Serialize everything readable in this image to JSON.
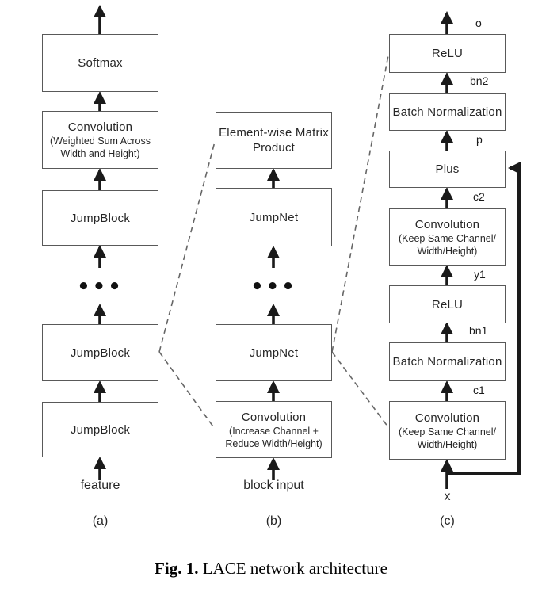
{
  "figure": {
    "caption": {
      "label": "Fig. 1.",
      "text": "LACE network architecture"
    }
  },
  "diagram": {
    "columns": {
      "a": {
        "caption": "(a)",
        "input_label": "feature",
        "dots": "•••",
        "boxes": {
          "softmax": "Softmax",
          "conv_title": "Convolution",
          "conv_sub1": "(Weighted Sum Across",
          "conv_sub2": "Width and Height)",
          "jumpblock_top": "JumpBlock",
          "jumpblock_mid": "JumpBlock",
          "jumpblock_bottom": "JumpBlock"
        }
      },
      "b": {
        "caption": "(b)",
        "input_label": "block input",
        "dots": "•••",
        "boxes": {
          "ewmp_line1": "Element-wise Matrix",
          "ewmp_line2": "Product",
          "jumpnet_top": "JumpNet",
          "jumpnet_bottom": "JumpNet",
          "conv_title": "Convolution",
          "conv_sub1": "(Increase Channel +",
          "conv_sub2": "Reduce Width/Height)"
        }
      },
      "c": {
        "caption": "(c)",
        "input_label": "x",
        "signals": {
          "o": "o",
          "bn2": "bn2",
          "p": "p",
          "c2": "c2",
          "y1": "y1",
          "bn1": "bn1",
          "c1": "c1"
        },
        "boxes": {
          "relu_top": "ReLU",
          "batchnorm_top": "Batch Normalization",
          "plus": "Plus",
          "conv_top_title": "Convolution",
          "conv_top_sub1": "(Keep Same Channel/",
          "conv_top_sub2": "Width/Height)",
          "relu_bottom": "ReLU",
          "batchnorm_bottom": "Batch Normalization",
          "conv_bottom_title": "Convolution",
          "conv_bottom_sub1": "(Keep Same Channel/",
          "conv_bottom_sub2": "Width/Height)"
        }
      }
    },
    "colors": {
      "box_border": "#595959",
      "arrow": "#1a1a1a",
      "dashed_line": "#666666",
      "text": "#262626"
    }
  }
}
